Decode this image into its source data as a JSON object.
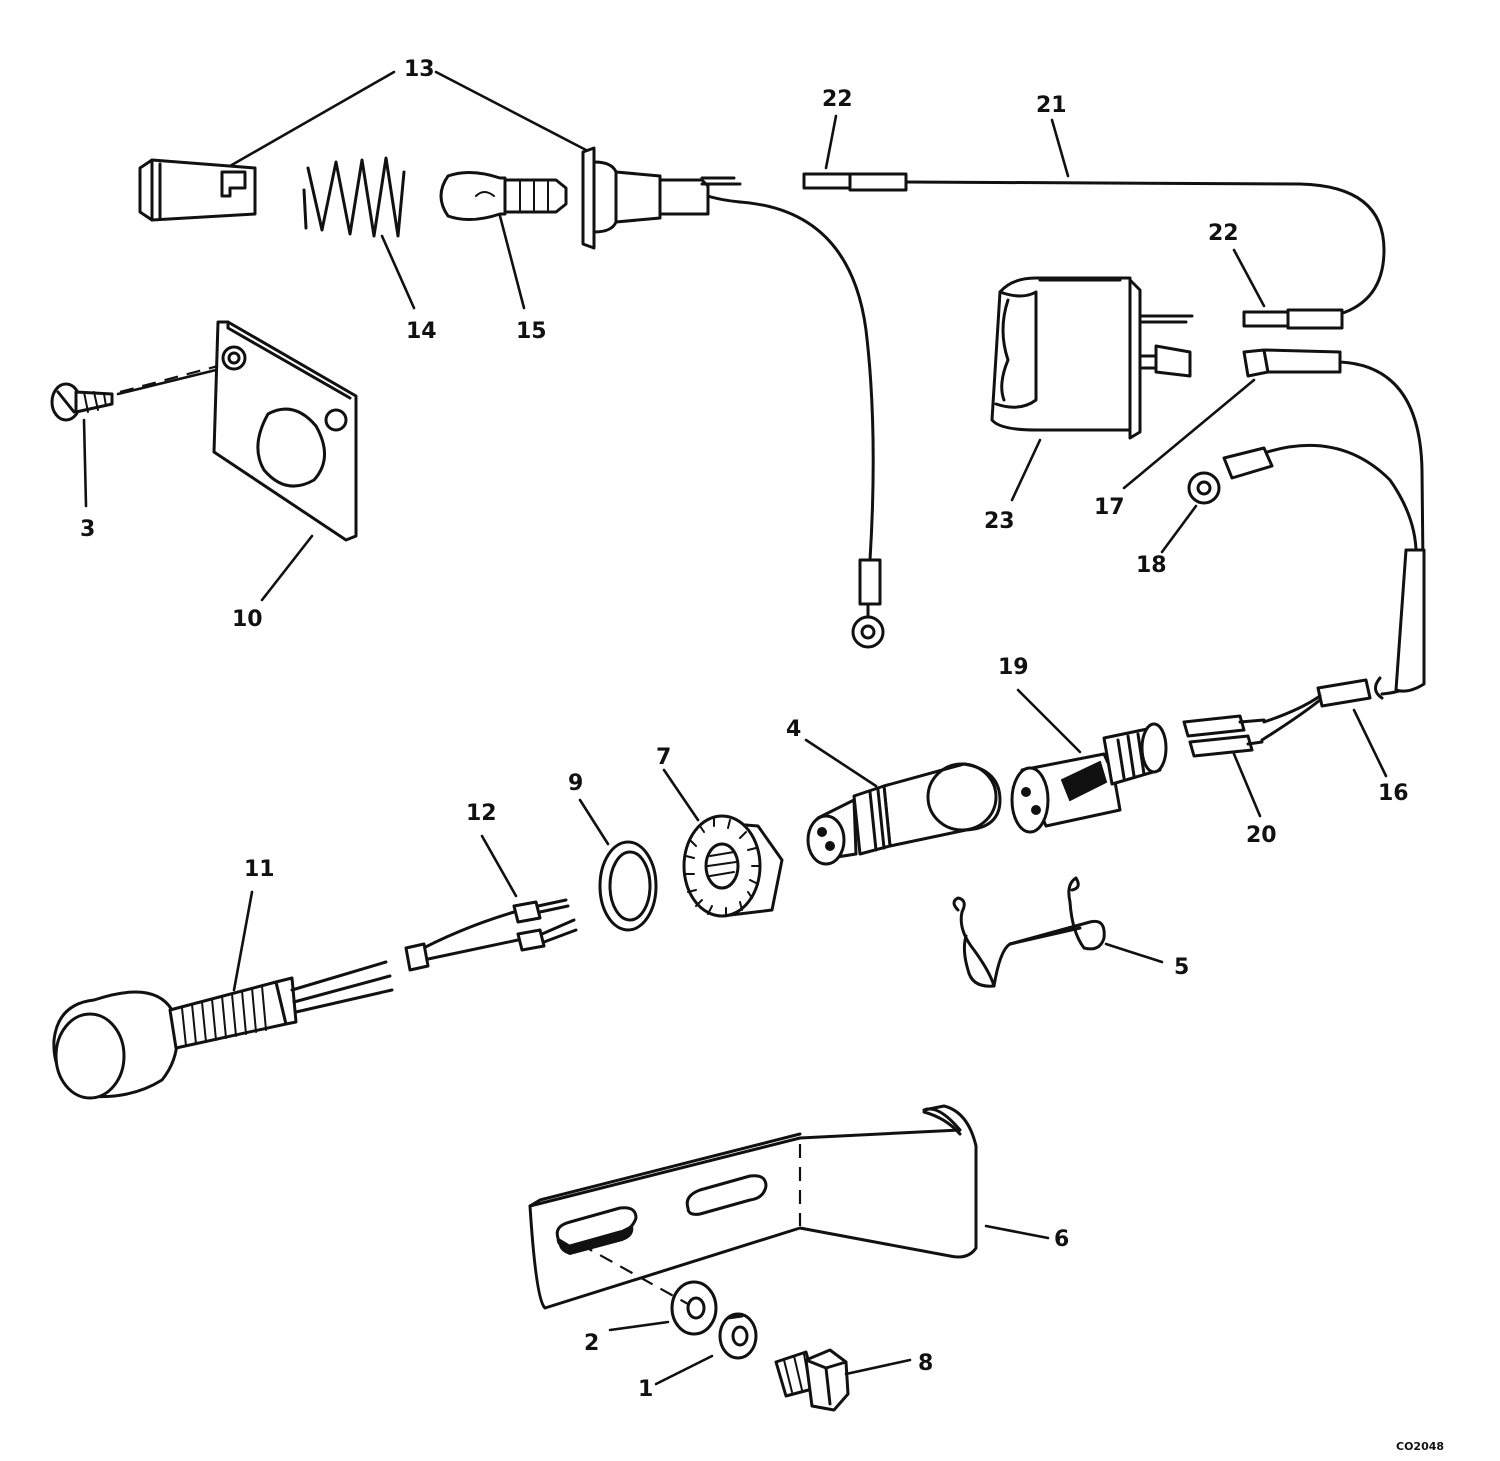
{
  "diagram": {
    "callouts": [
      {
        "id": "c1",
        "label": "1"
      },
      {
        "id": "c2",
        "label": "2"
      },
      {
        "id": "c3",
        "label": "3"
      },
      {
        "id": "c4",
        "label": "4"
      },
      {
        "id": "c5",
        "label": "5"
      },
      {
        "id": "c6",
        "label": "6"
      },
      {
        "id": "c7",
        "label": "7"
      },
      {
        "id": "c8",
        "label": "8"
      },
      {
        "id": "c9",
        "label": "9"
      },
      {
        "id": "c10",
        "label": "10"
      },
      {
        "id": "c11",
        "label": "11"
      },
      {
        "id": "c12",
        "label": "12"
      },
      {
        "id": "c13",
        "label": "13"
      },
      {
        "id": "c14",
        "label": "14"
      },
      {
        "id": "c15",
        "label": "15"
      },
      {
        "id": "c16",
        "label": "16"
      },
      {
        "id": "c17",
        "label": "17"
      },
      {
        "id": "c18",
        "label": "18"
      },
      {
        "id": "c19",
        "label": "19"
      },
      {
        "id": "c20",
        "label": "20"
      },
      {
        "id": "c21",
        "label": "21"
      },
      {
        "id": "c22a",
        "label": "22"
      },
      {
        "id": "c22b",
        "label": "22"
      },
      {
        "id": "c23",
        "label": "23"
      }
    ],
    "figure_code": "CO2048"
  }
}
